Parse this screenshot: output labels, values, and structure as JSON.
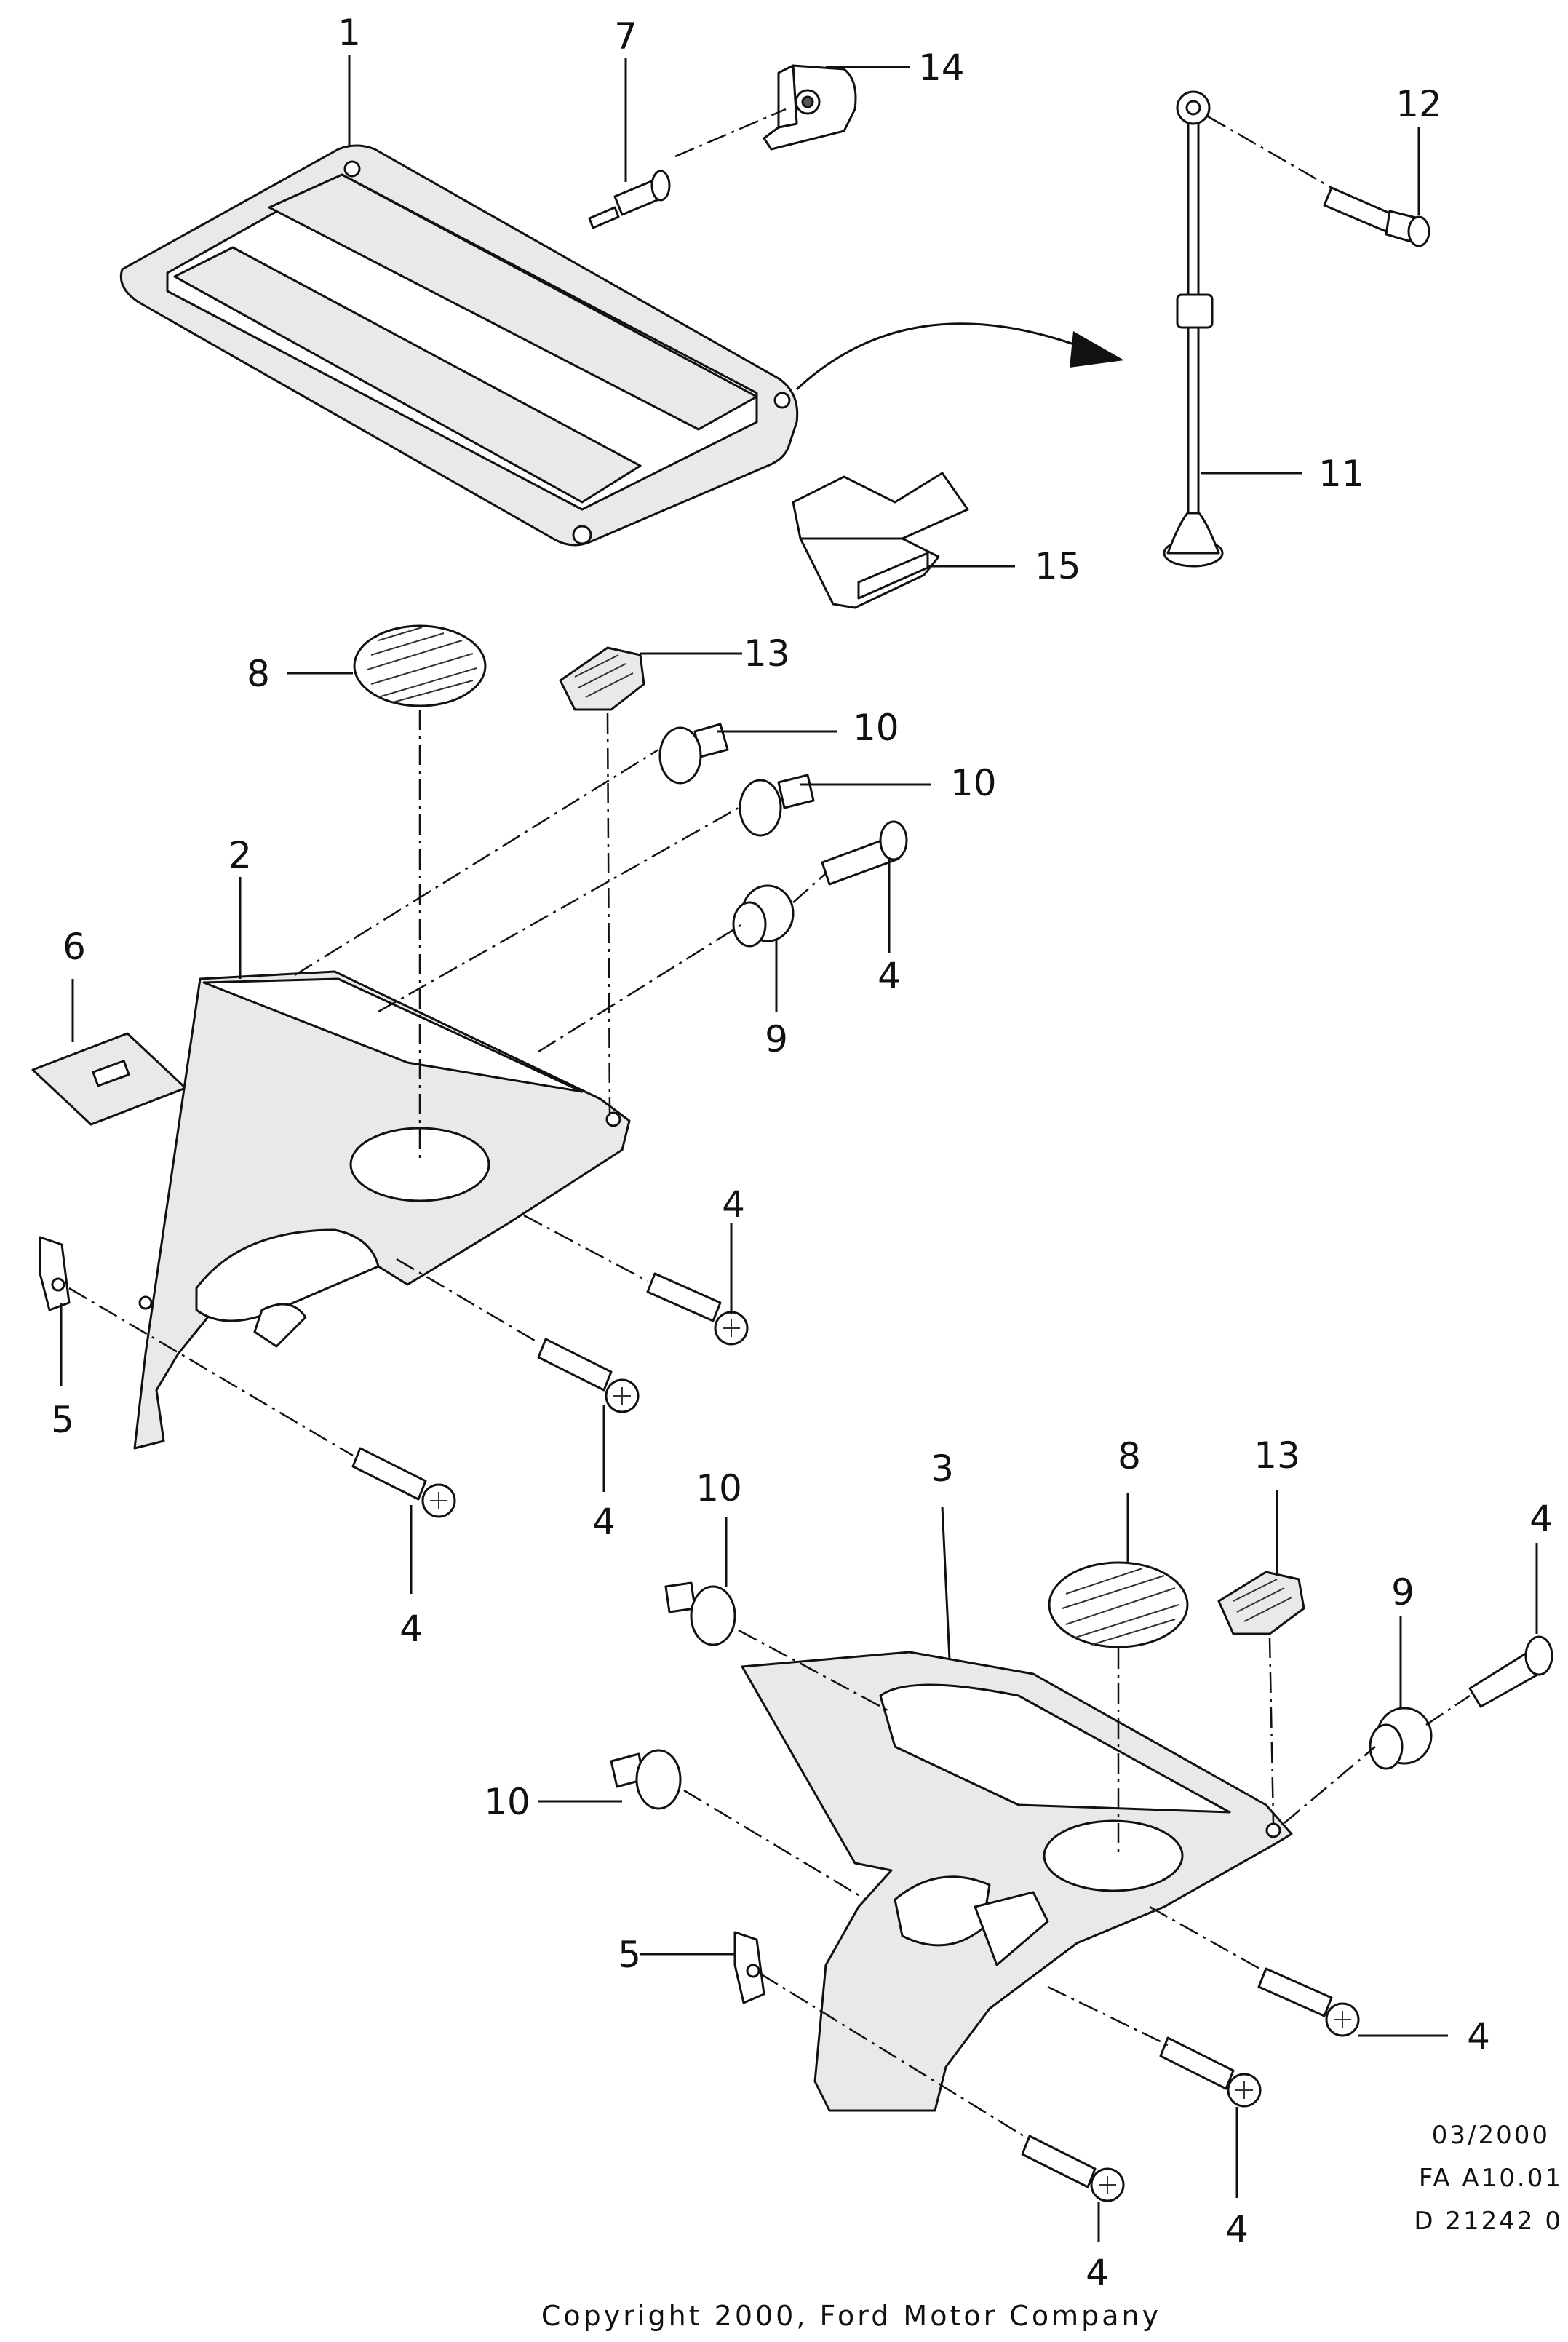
{
  "part_numbers": {
    "p1": "1",
    "p2": "2",
    "p3": "3",
    "p4": "4",
    "p5": "5",
    "p6": "6",
    "p7": "7",
    "p8": "8",
    "p9": "9",
    "p10": "10",
    "p11": "11",
    "p12": "12",
    "p13": "13",
    "p14": "14",
    "p15": "15"
  },
  "reference": {
    "date": "03/2000",
    "code": "FA A10.01",
    "drawing": "D 21242 0"
  },
  "copyright": "Copyright 2000, Ford Motor Company"
}
